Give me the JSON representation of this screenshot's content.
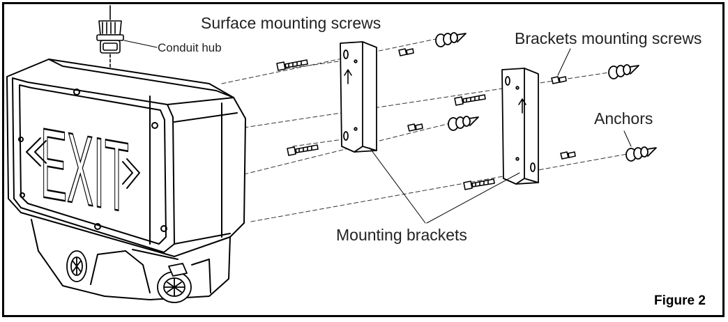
{
  "labels": {
    "surface_mounting_screws": "Surface mounting  screws",
    "conduit_hub": "Conduit hub",
    "brackets_mounting_screws": "Brackets mounting screws",
    "anchors": "Anchors",
    "mounting_brackets": "Mounting brackets",
    "exit_sign": "EXIT",
    "figure": "Figure 2"
  }
}
